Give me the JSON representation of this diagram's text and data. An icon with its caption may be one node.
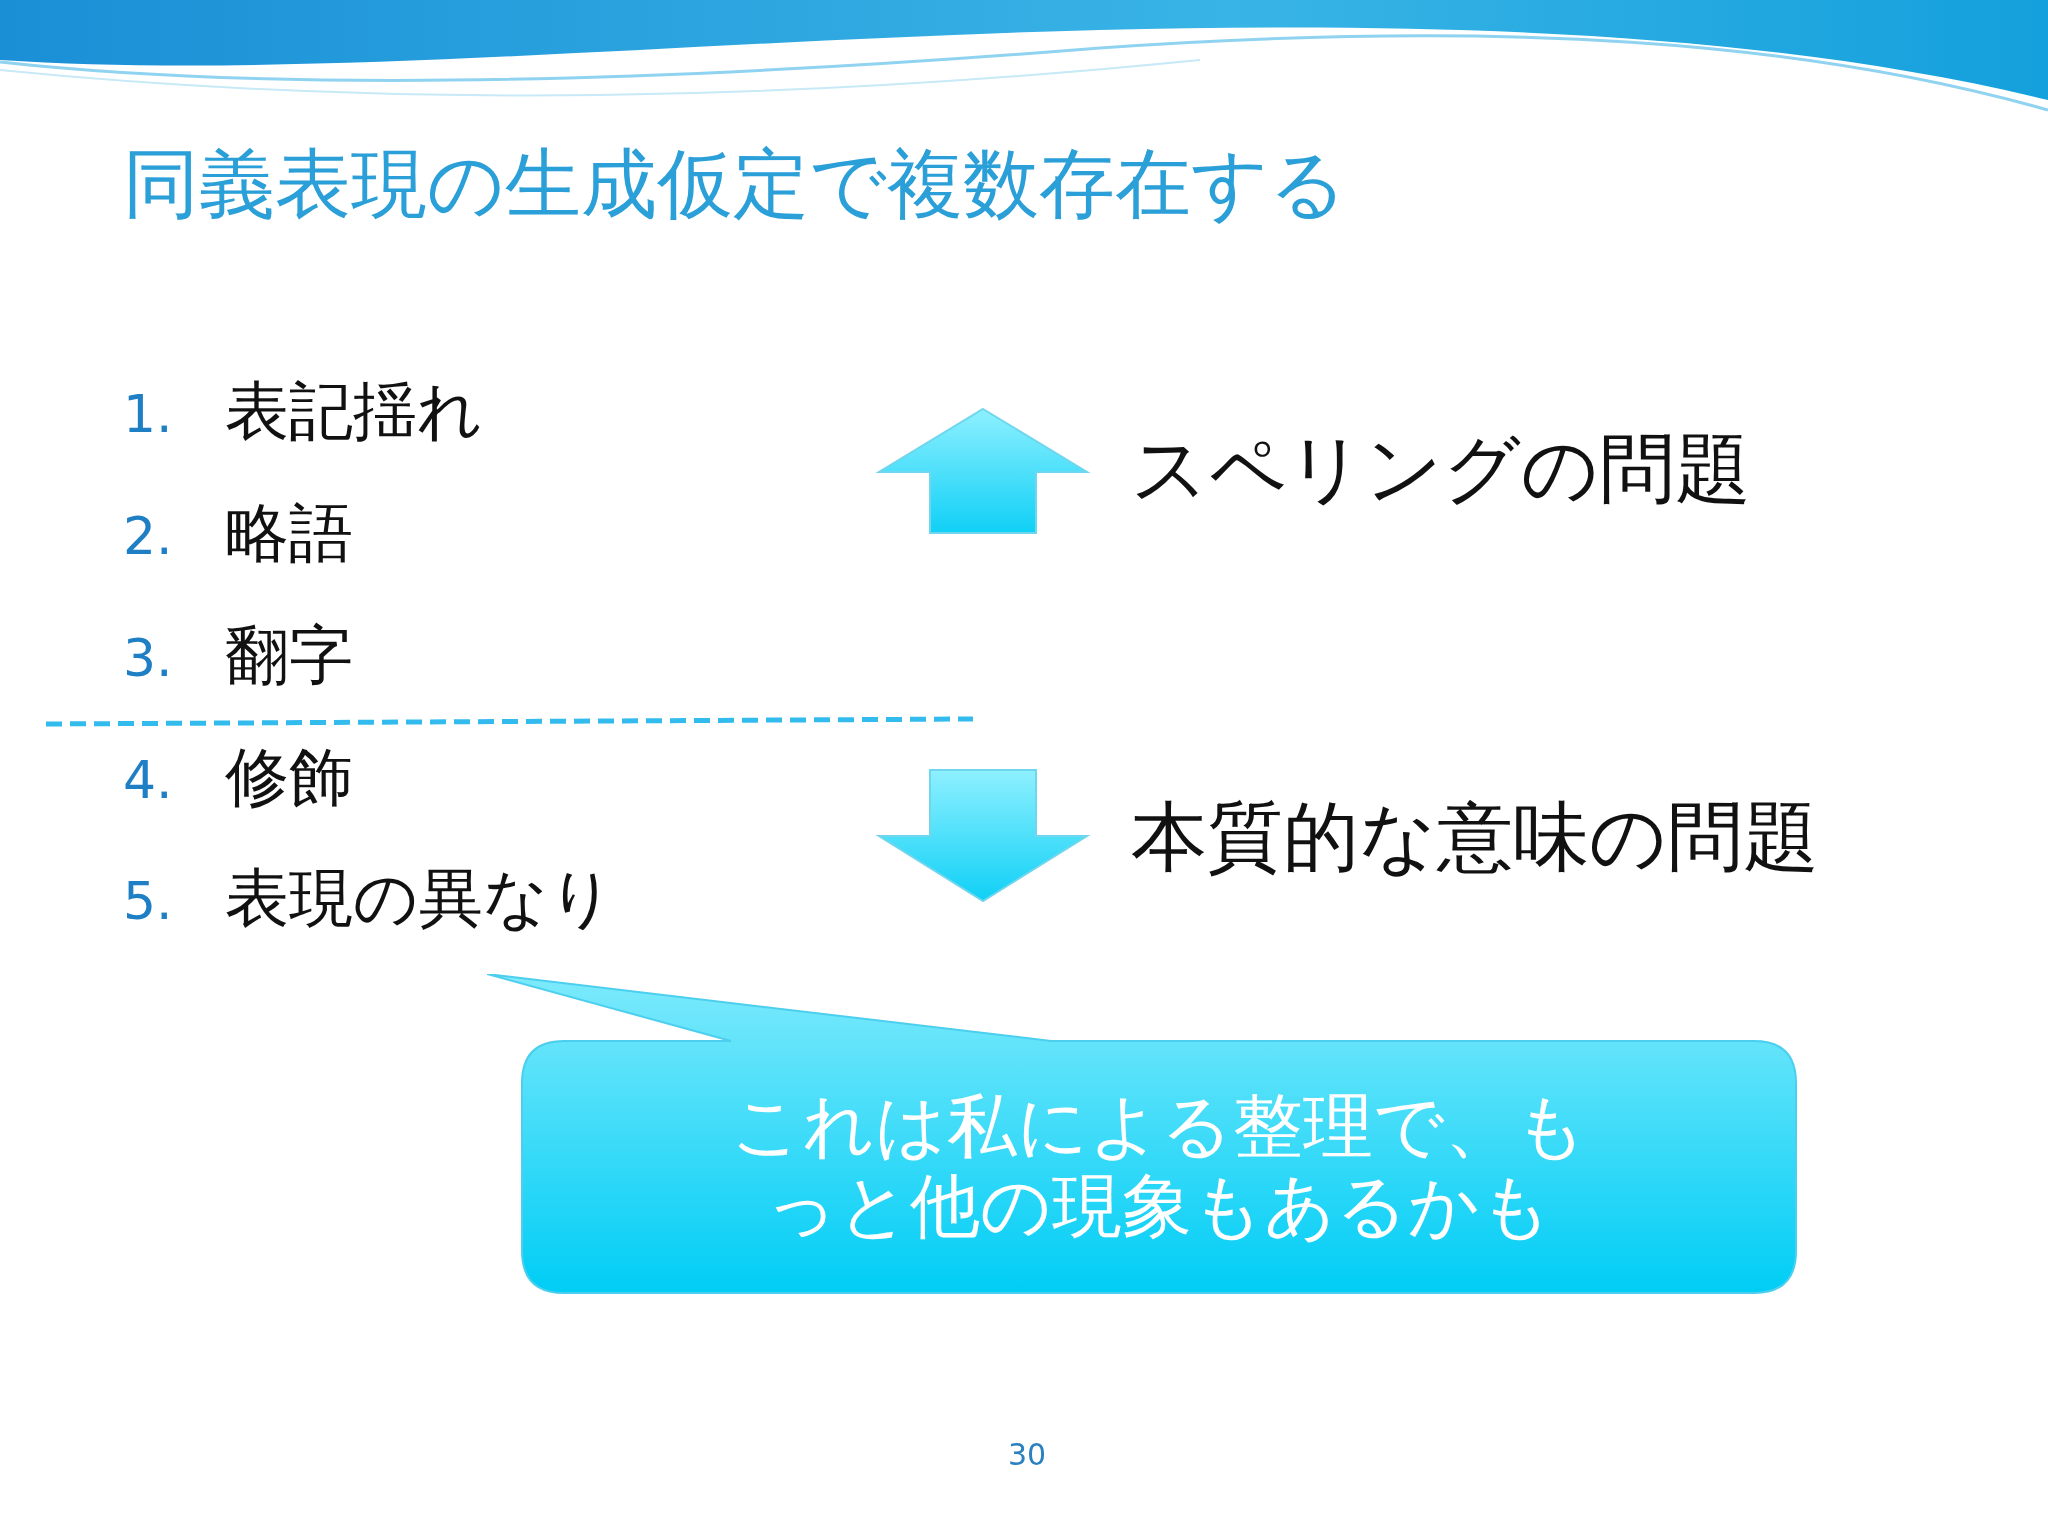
{
  "diagram": {
    "title": "同義表現の生成仮定で複数存在する",
    "nodes": [
      {
        "text": [
          "これは私による整理で、もっと他の現象もあるかも"
        ]
      }
    ],
    "labels": [
      "1.",
      "表記揺れ",
      "2.",
      "略語",
      "3.",
      "翻字",
      "4.",
      "修飾",
      "5.",
      "表現の異なり",
      "スペリングの問題",
      "本質的な意味の問題",
      "30"
    ]
  }
}
